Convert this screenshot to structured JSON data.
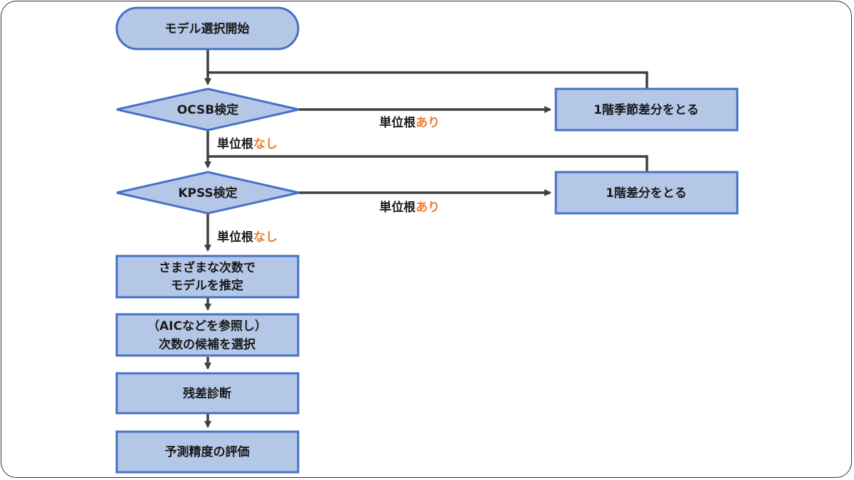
{
  "colors": {
    "node_fill": "#b4c7e7",
    "node_stroke": "#4472c4",
    "arrow": "#404040",
    "emphasis": "#ed7d31"
  },
  "nodes": {
    "start": "モデル選択開始",
    "ocsb": "OCSB検定",
    "seasonal_diff": "1階季節差分をとる",
    "kpss": "KPSS検定",
    "diff": "1階差分をとる",
    "estimate_line1": "さまざまな次数で",
    "estimate_line2": "モデルを推定",
    "select_line1": "（AICなどを参照し）",
    "select_line2": "次数の候補を選択",
    "residual": "残差診断",
    "evaluate": "予測精度の評価"
  },
  "labels": {
    "ocsb_yes_prefix": "単位根",
    "ocsb_yes_suffix": "あり",
    "ocsb_no_prefix": "単位根",
    "ocsb_no_suffix": "なし",
    "kpss_yes_prefix": "単位根",
    "kpss_yes_suffix": "あり",
    "kpss_no_prefix": "単位根",
    "kpss_no_suffix": "なし"
  }
}
